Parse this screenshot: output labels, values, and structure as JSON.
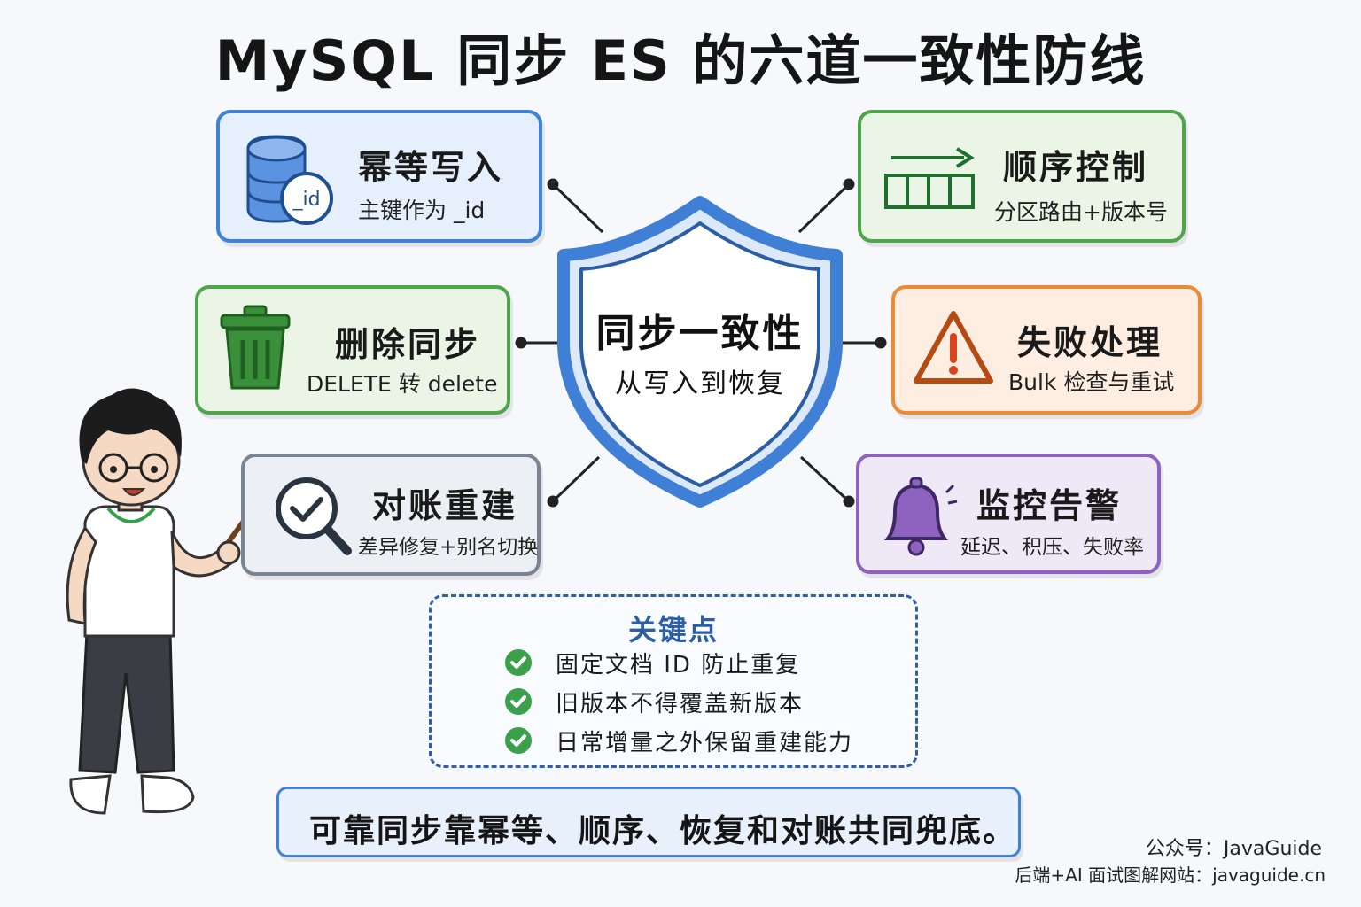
{
  "title": "MySQL 同步 ES 的六道一致性防线",
  "center": {
    "title": "同步一致性",
    "subtitle": "从写入到恢复"
  },
  "cards": [
    {
      "title": "幂等写入",
      "subtitle": "主键作为 _id",
      "icon": "database-id-icon",
      "icon_text": "_id",
      "color": "#3f82d6"
    },
    {
      "title": "删除同步",
      "subtitle": "DELETE 转 delete",
      "icon": "trash-icon",
      "color": "#4fa64a"
    },
    {
      "title": "对账重建",
      "subtitle": "差异修复+别名切换",
      "icon": "magnifier-check-icon",
      "color": "#7b8493"
    },
    {
      "title": "顺序控制",
      "subtitle": "分区路由+版本号",
      "icon": "ordered-queue-icon",
      "color": "#4fa64a"
    },
    {
      "title": "失败处理",
      "subtitle": "Bulk 检查与重试",
      "icon": "warning-icon",
      "color": "#ec8a35"
    },
    {
      "title": "监控告警",
      "subtitle": "延迟、积压、失败率",
      "icon": "bell-icon",
      "color": "#8e63bf"
    }
  ],
  "key_points": {
    "title": "关键点",
    "items": [
      "固定文档 ID 防止重复",
      "旧版本不得覆盖新版本",
      "日常增量之外保留重建能力"
    ]
  },
  "summary": "可靠同步靠幂等、顺序、恢复和对账共同兜底。",
  "footer": {
    "account": "公众号：JavaGuide",
    "site": "后端+AI 面试图解网站：javaguide.cn"
  }
}
